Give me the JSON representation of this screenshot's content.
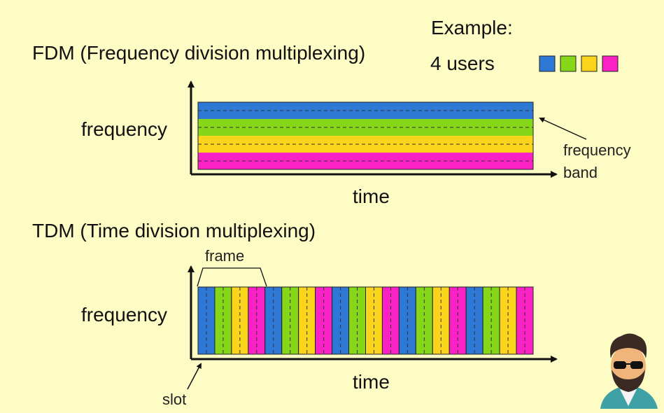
{
  "example": {
    "title": "Example:",
    "users_label": "4 users",
    "user_colors": [
      "#2e78d6",
      "#86d619",
      "#fbd41c",
      "#fa22c4"
    ]
  },
  "fdm": {
    "heading": "FDM (Frequency division multiplexing)",
    "y_label": "frequency",
    "x_label": "time",
    "band_annotation": [
      "frequency",
      "band"
    ],
    "band_order": [
      0,
      1,
      2,
      3
    ]
  },
  "tdm": {
    "heading": "TDM (Time division multiplexing)",
    "y_label": "frequency",
    "x_label": "time",
    "frame_label": "frame",
    "slot_label": "slot",
    "frames": 5,
    "slot_order": [
      0,
      1,
      2,
      3
    ]
  }
}
